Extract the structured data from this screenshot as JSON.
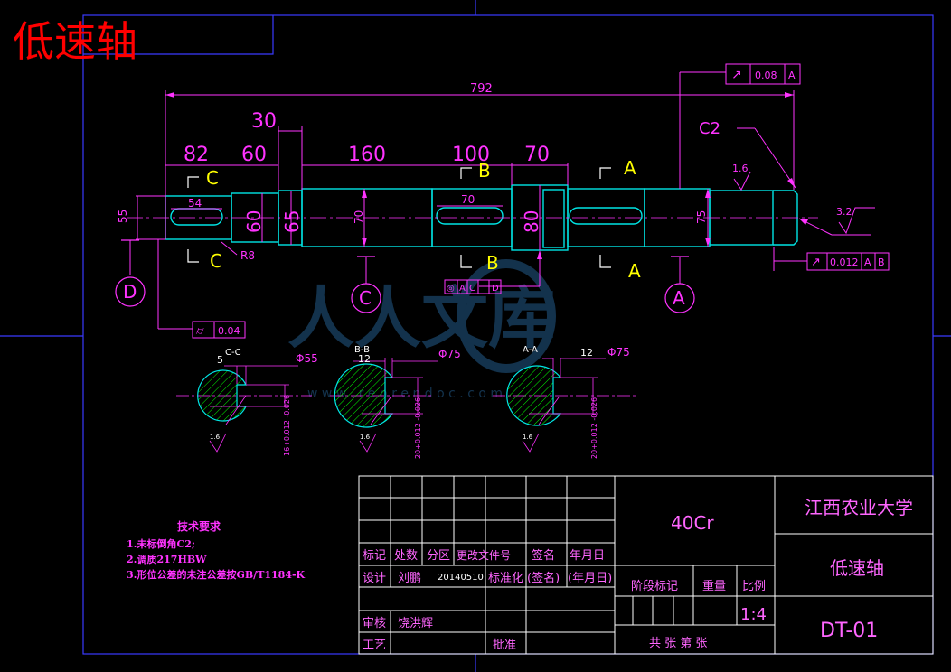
{
  "page_title": "低速轴",
  "colors": {
    "background": "#000000",
    "frame": "#3a3aff",
    "part": "#00e5e5",
    "dimension": "#ff33ff",
    "tolerance": "#ffff00",
    "title_block": "#ffffff",
    "title_block_text": "#ff66ff",
    "red": "#ff0000",
    "green": "#00ff00"
  },
  "dimensions": {
    "overall": "792",
    "d_30": "30",
    "d_82": "82",
    "d_60": "60",
    "d_160": "160",
    "d_100": "100",
    "d_70": "70",
    "chamfer": "C2",
    "keyway_54": "54",
    "keyway_70": "70",
    "dia_55": "55",
    "dia_60": "60",
    "dia_65": "65",
    "dia_70": "70",
    "dia_80": "80",
    "dia_75": "75",
    "radius": "R8",
    "rough_16": "1.6",
    "rough_32": "3.2"
  },
  "section_marks": {
    "c": "C",
    "b": "B",
    "a": "A",
    "corner": "Γ",
    "corner_bottom": "L"
  },
  "datums": {
    "d": "D",
    "c": "C",
    "a": "A"
  },
  "tolerance_frames": {
    "top_right": {
      "symbol": "↗",
      "value": "0.08",
      "datum": "A"
    },
    "right": {
      "symbol": "↗",
      "value": "0.012",
      "datum1": "A",
      "datum2": "B"
    },
    "left": {
      "symbol": "⌭",
      "value": "0.04"
    },
    "middle": {
      "symbol": "◎",
      "d1": "A",
      "d2": "C",
      "d3": "D"
    }
  },
  "sections": [
    {
      "title": "C-C",
      "width_dim": "5",
      "dia": "Φ55",
      "depth_dim": "16+0.012 -0.026",
      "rough": "1.6"
    },
    {
      "title": "B-B",
      "width_dim": "12",
      "dia": "Φ75",
      "depth_dim": "20+0.012 -0.026",
      "rough": "1.6"
    },
    {
      "title": "A-A",
      "width_dim": "12",
      "dia": "Φ75",
      "depth_dim": "20+0.012 -0.026",
      "rough": "1.6"
    }
  ],
  "tech_requirements": {
    "title": "技术要求",
    "items": [
      "1.未标倒角C2;",
      "2.调质217HBW",
      "3.形位公差的未注公差按GB/T1184-K"
    ]
  },
  "watermark": {
    "text": "人人文库",
    "url": "w w w . r e n r e n d o c . c o m"
  },
  "title_block": {
    "material": "40Cr",
    "school": "江西农业大学",
    "part_name": "低速轴",
    "drawing_no": "DT-01",
    "scale": "1:4",
    "headers": [
      "标记",
      "处数",
      "分区",
      "更改文件号",
      "签名",
      "年月日"
    ],
    "design_label": "设计",
    "designer": "刘鹏",
    "date": "20140510",
    "standard_label": "标准化",
    "sign_label": "(签名)",
    "date_label": "(年月日)",
    "stage_label": "阶段标记",
    "weight_label": "重量",
    "scale_label": "比例",
    "review_label": "审核",
    "reviewer": "饶洪辉",
    "craft_label": "工艺",
    "approve_label": "批准",
    "sheets_label": "共  张  第  张"
  }
}
